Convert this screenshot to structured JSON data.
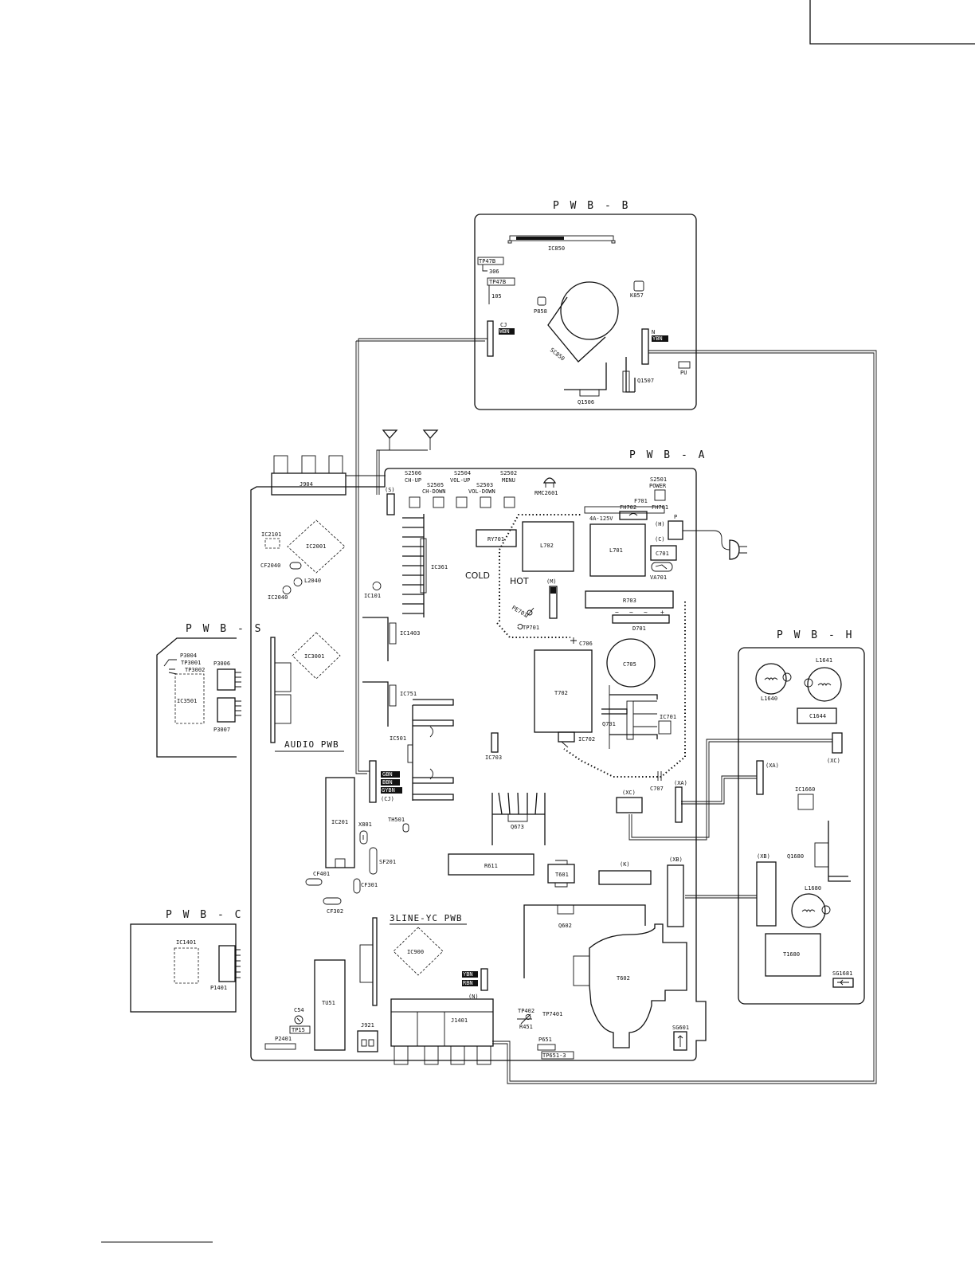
{
  "boards": {
    "pwb_b": "P W B - B",
    "pwb_a": "P W B - A",
    "pwb_s": "P W B - S",
    "pwb_h": "P W B - H",
    "pwb_c": "P W B - C",
    "audio_pwb": "AUDIO PWB",
    "yc_pwb": "3LINE-YC PWB"
  },
  "pwb_b_parts": {
    "ic850": "IC850",
    "tp47b_1": "TP47B",
    "p306": "306",
    "tp47b_2": "TP47B",
    "p105": "105",
    "p858": "P858",
    "k857": "K857",
    "cj": "CJ",
    "wbn": "WBN",
    "sc850": "SC850",
    "n": "N",
    "ybn": "YBN",
    "pu": "PU",
    "q1507": "Q1507",
    "q1506": "Q1506"
  },
  "pwb_a_parts": {
    "s2506": "S2506",
    "ch_up": "CH-UP",
    "s2505": "S2505",
    "ch_down": "CH-DOWN",
    "s2504": "S2504",
    "vol_up": "VOL-UP",
    "s2503": "S2503",
    "vol_down": "VOL-DOWN",
    "s2502": "S2502",
    "menu": "MENU",
    "rmc2601": "RMC2601",
    "s2501": "S2501",
    "power": "POWER",
    "s_conn": "(S)",
    "j904": "J904",
    "ic2101": "IC2101",
    "ic2001": "IC2001",
    "cf2040": "CF2040",
    "l2040": "L2040",
    "ic2040": "IC2040",
    "ic101": "IC101",
    "ic361": "IC361",
    "ry701": "RY701",
    "l702": "L702",
    "l701": "L701",
    "f701": "F701",
    "fh702": "FH702",
    "fh701": "FH701",
    "fuse": "4A-125V",
    "h_conn": "(H)",
    "p_conn": "P",
    "c_conn": "(C)",
    "c701": "C701",
    "va701": "VA701",
    "cold": "COLD",
    "hot": "HOT",
    "m_conn": "(M)",
    "pe701": "PE701",
    "tp701": "TP701",
    "r703": "R703",
    "d701": "D701",
    "d701_minus": "−",
    "d701_ac1": "~",
    "d701_ac2": "~",
    "d701_plus": "+",
    "ic1403": "IC1403",
    "c706": "C706",
    "c705": "C705",
    "ic3001": "IC3001",
    "ic751": "IC751",
    "t702": "T702",
    "q701": "Q701",
    "ic701": "IC701",
    "ic702": "IC702",
    "ic501": "IC501",
    "ic703": "IC703",
    "c707": "C707",
    "xc_a": "(XC)",
    "xa_a": "(XA)",
    "gbn": "GBN",
    "bbn": "BBN",
    "gybn": "GYBN",
    "cj_conn": "(CJ)",
    "ic201": "IC201",
    "x801": "X801",
    "th501": "TH501",
    "q673": "Q673",
    "sf201": "SF201",
    "cf401": "CF401",
    "cf301": "CF301",
    "cf302": "CF302",
    "r611": "R611",
    "t601": "T601",
    "k_conn": "(K)",
    "xb_a": "(XB)",
    "q602": "Q602",
    "ic900": "IC900",
    "t602": "T602",
    "ybn_n": "YBN",
    "rbn": "RBN",
    "n_conn": "(N)",
    "tu51": "TU51",
    "c54": "C54",
    "tp15": "TP15",
    "j921": "J921",
    "j1401": "J1401",
    "tp402": "TP402",
    "tp7401": "TP7401",
    "r451": "R451",
    "p651": "P651",
    "tp651": "TP651-3",
    "sg601": "SG601",
    "p2401": "P2401"
  },
  "pwb_s_parts": {
    "p3004": "P3004",
    "tp3001": "TP3001",
    "tp3002": "TP3002",
    "p3006": "P3006",
    "ic3501": "IC3501",
    "p3007": "P3007"
  },
  "pwb_h_parts": {
    "l1641": "L1641",
    "l1640": "L1640",
    "c1644": "C1644",
    "xc_h": "(XC)",
    "xa_h": "(XA)",
    "ic1660": "IC1660",
    "xb_h": "(XB)",
    "q1680": "Q1680",
    "l1680": "L1680",
    "t1680": "T1680",
    "sg1681": "SG1681"
  },
  "pwb_c_parts": {
    "ic1401": "IC1401",
    "p1401": "P1401"
  }
}
